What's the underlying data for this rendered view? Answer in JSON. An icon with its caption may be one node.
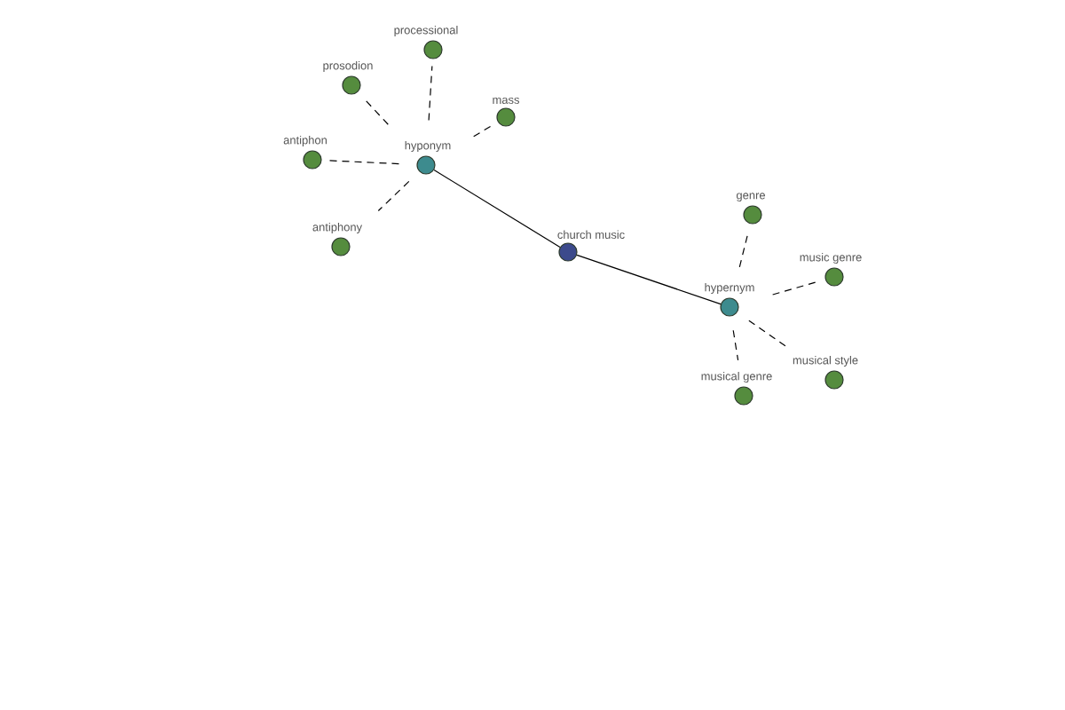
{
  "diagram": {
    "nodes": [
      {
        "text": [
          "church music"
        ]
      },
      {
        "text": [
          "hyponym"
        ]
      },
      {
        "text": [
          "processional"
        ]
      },
      {
        "text": [
          "prosodion"
        ]
      },
      {
        "text": [
          "mass"
        ]
      },
      {
        "text": [
          "antiphon"
        ]
      },
      {
        "text": [
          "antiphony"
        ]
      },
      {
        "text": [
          "hypernym"
        ]
      },
      {
        "text": [
          "genre"
        ]
      },
      {
        "text": [
          "music genre"
        ]
      },
      {
        "text": [
          "musical style"
        ]
      },
      {
        "text": [
          "musical genre"
        ]
      }
    ],
    "edges": [
      {
        "from": 0,
        "to": 1,
        "arrow": "none"
      },
      {
        "from": 1,
        "to": 2,
        "arrow": "none",
        "style": "dashed"
      },
      {
        "from": 1,
        "to": 3,
        "arrow": "none",
        "style": "dashed"
      },
      {
        "from": 1,
        "to": 4,
        "arrow": "none",
        "style": "dashed"
      },
      {
        "from": 1,
        "to": 5,
        "arrow": "none",
        "style": "dashed"
      },
      {
        "from": 1,
        "to": 6,
        "arrow": "none",
        "style": "dashed"
      },
      {
        "from": 0,
        "to": 7,
        "arrow": "none"
      },
      {
        "from": 7,
        "to": 8,
        "arrow": "none",
        "style": "dashed"
      },
      {
        "from": 7,
        "to": 9,
        "arrow": "none",
        "style": "dashed"
      },
      {
        "from": 7,
        "to": 10,
        "arrow": "none",
        "style": "dashed"
      },
      {
        "from": 7,
        "to": 11,
        "arrow": "none",
        "style": "dashed"
      }
    ]
  }
}
